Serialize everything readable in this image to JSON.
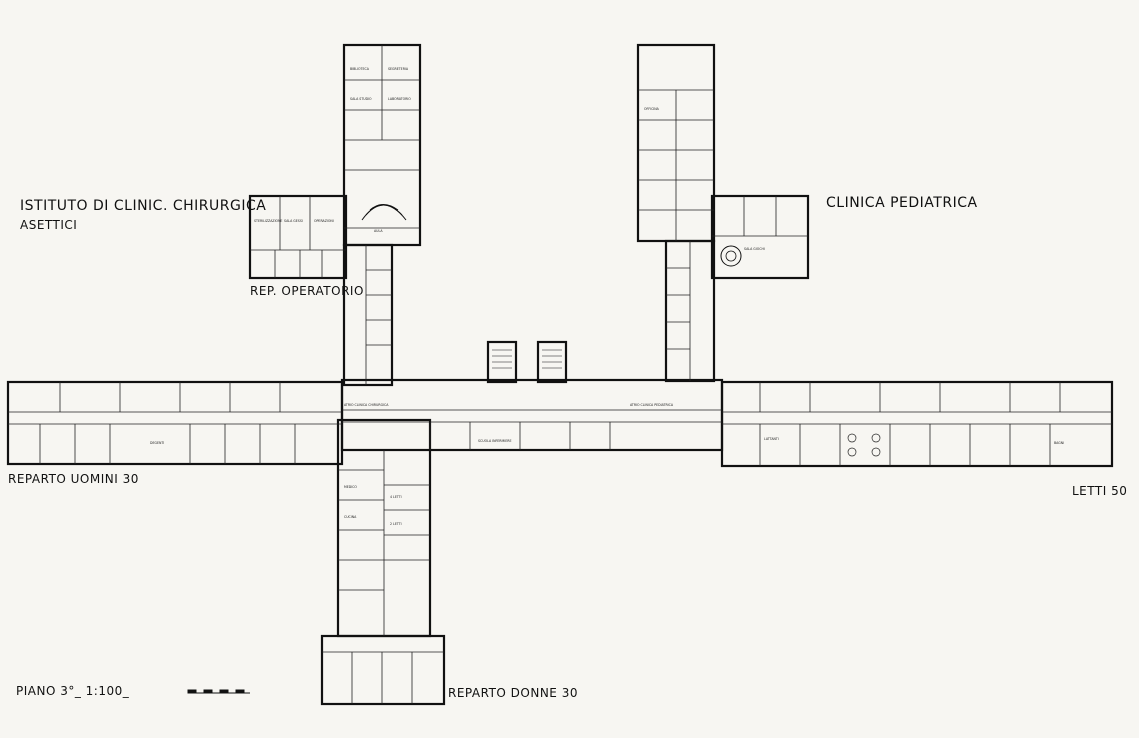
{
  "labels": {
    "institute": "ISTITUTO DI CLINIC. CHIRURGICA",
    "institute_sub": "ASETTICI",
    "operating": "REP. OPERATORIO",
    "pediatric": "CLINICA PEDIATRICA",
    "men": "REPARTO UOMINI 30",
    "beds50": "LETTI 50",
    "women": "REPARTO DONNE 30",
    "floor": "PIANO 3°_ 1:100_"
  },
  "rooms": {
    "r1": "BIBLIOTECA",
    "r2": "SALA STUDIO",
    "r3": "LABORATORIO",
    "r4": "SEGRETERIA",
    "r5": "AULA",
    "r6": "STERILIZZAZIONE",
    "r7": "OPERAZIONI",
    "r8": "SALA GESSI",
    "r9": "ATRIO CLINICA CHIRURGICA",
    "r10": "ATRIO CLINICA PEDIATRICA",
    "r11": "SCUOLA INFERMIERE",
    "r12": "DEGENTI",
    "r13": "4 LETTI",
    "r14": "2 LETTI",
    "r15": "MEDICO",
    "r16": "CUCINA",
    "r17": "LATTANTI",
    "r18": "SALA GIOCHI",
    "r19": "OFFICINA",
    "r20": "BAGNI"
  }
}
